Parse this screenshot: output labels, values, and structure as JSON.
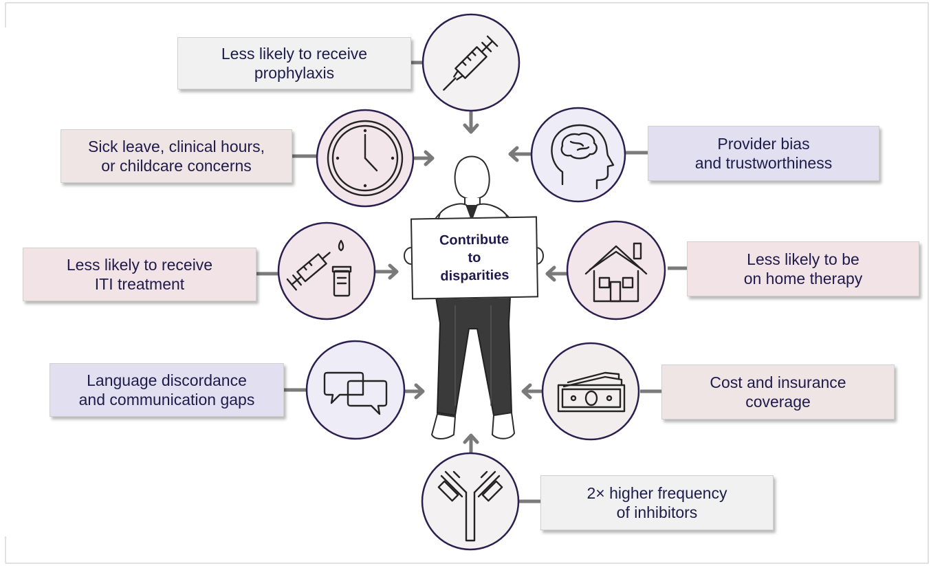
{
  "center": {
    "sign_lines": [
      "Contribute",
      "to",
      "disparities"
    ]
  },
  "factors": [
    {
      "id": "prophylaxis",
      "text": "Less likely to receive\nprophylaxis",
      "icon": "syringe-icon",
      "color": "#f1f1f1"
    },
    {
      "id": "sick-leave",
      "text": "Sick leave, clinical hours,\nor childcare concerns",
      "icon": "clock-icon",
      "color": "#efe5e4"
    },
    {
      "id": "provider-bias",
      "text": "Provider bias\nand trustworthiness",
      "icon": "brain-head-icon",
      "color": "#e2dff1"
    },
    {
      "id": "iti",
      "text": "Less likely to receive\nITI treatment",
      "icon": "vial-syringe-icon",
      "color": "#f2e3e6"
    },
    {
      "id": "home-therapy",
      "text": "Less likely to be\non home therapy",
      "icon": "house-icon",
      "color": "#f2e3e6"
    },
    {
      "id": "language",
      "text": "Language discordance\nand communication gaps",
      "icon": "speech-bubbles-icon",
      "color": "#e2dff1"
    },
    {
      "id": "cost",
      "text": "Cost and insurance\ncoverage",
      "icon": "money-icon",
      "color": "#efe5e4"
    },
    {
      "id": "inhibitors",
      "text": "2× higher frequency\nof inhibitors",
      "icon": "antibody-icon",
      "color": "#f1f1f1"
    }
  ]
}
